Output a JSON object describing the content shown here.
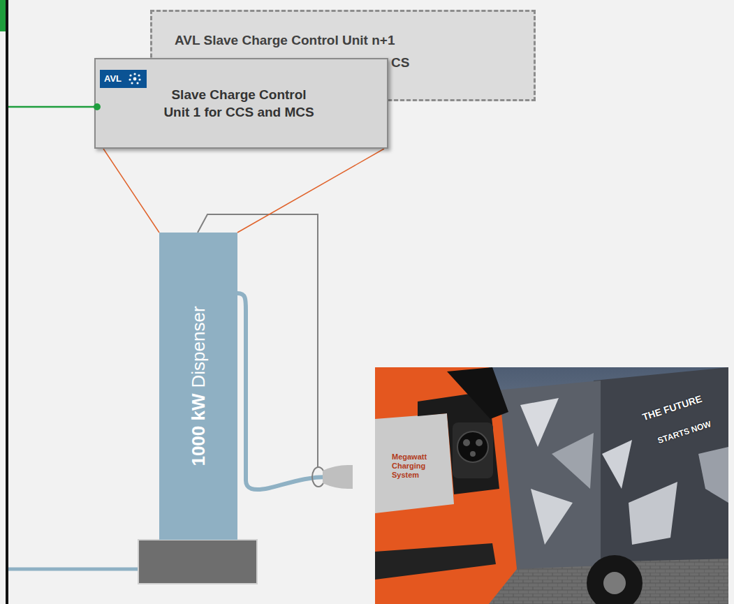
{
  "diagram": {
    "nodes": [
      {
        "text": [
          "AVL Slave Charge Control Unit n+1",
          "CS"
        ]
      },
      {
        "text": [
          "AVL",
          "Slave Charge Control Unit 1 for CCS and MCS"
        ]
      },
      {
        "text": [
          "1000 kW",
          "Dispenser"
        ]
      }
    ],
    "edges": [
      {
        "from": 1,
        "to": 2,
        "arrow": "none"
      },
      {
        "from": 1,
        "to": 2,
        "arrow": "none"
      }
    ],
    "labels": [
      "Megawatt Charging System",
      "THE FUTURE",
      "STARTS NOW"
    ]
  }
}
